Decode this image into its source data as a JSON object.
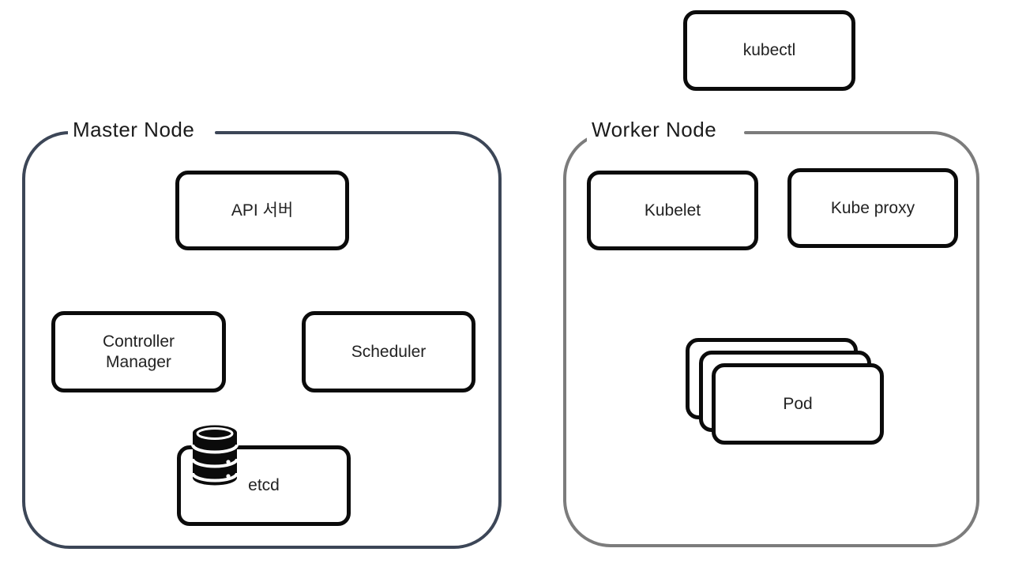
{
  "colors": {
    "master_border": "#3c4657",
    "worker_border": "#7c7c7c",
    "box_border": "#0b0b0b",
    "text": "#222222",
    "background": "#ffffff"
  },
  "diagram": {
    "kubectl": {
      "label": "kubectl"
    },
    "master_node": {
      "title": "Master Node",
      "components": {
        "api_server": {
          "label": "API 서버"
        },
        "controller_manager": {
          "label": "Controller Manager",
          "lines": [
            "Controller",
            "Manager"
          ]
        },
        "scheduler": {
          "label": "Scheduler"
        },
        "etcd": {
          "label": "etcd",
          "icon": "database-icon"
        }
      }
    },
    "worker_node": {
      "title": "Worker Node",
      "components": {
        "kubelet": {
          "label": "Kubelet"
        },
        "kube_proxy": {
          "label": "Kube proxy"
        },
        "pod": {
          "label": "Pod",
          "stack_count": 3
        }
      }
    }
  }
}
